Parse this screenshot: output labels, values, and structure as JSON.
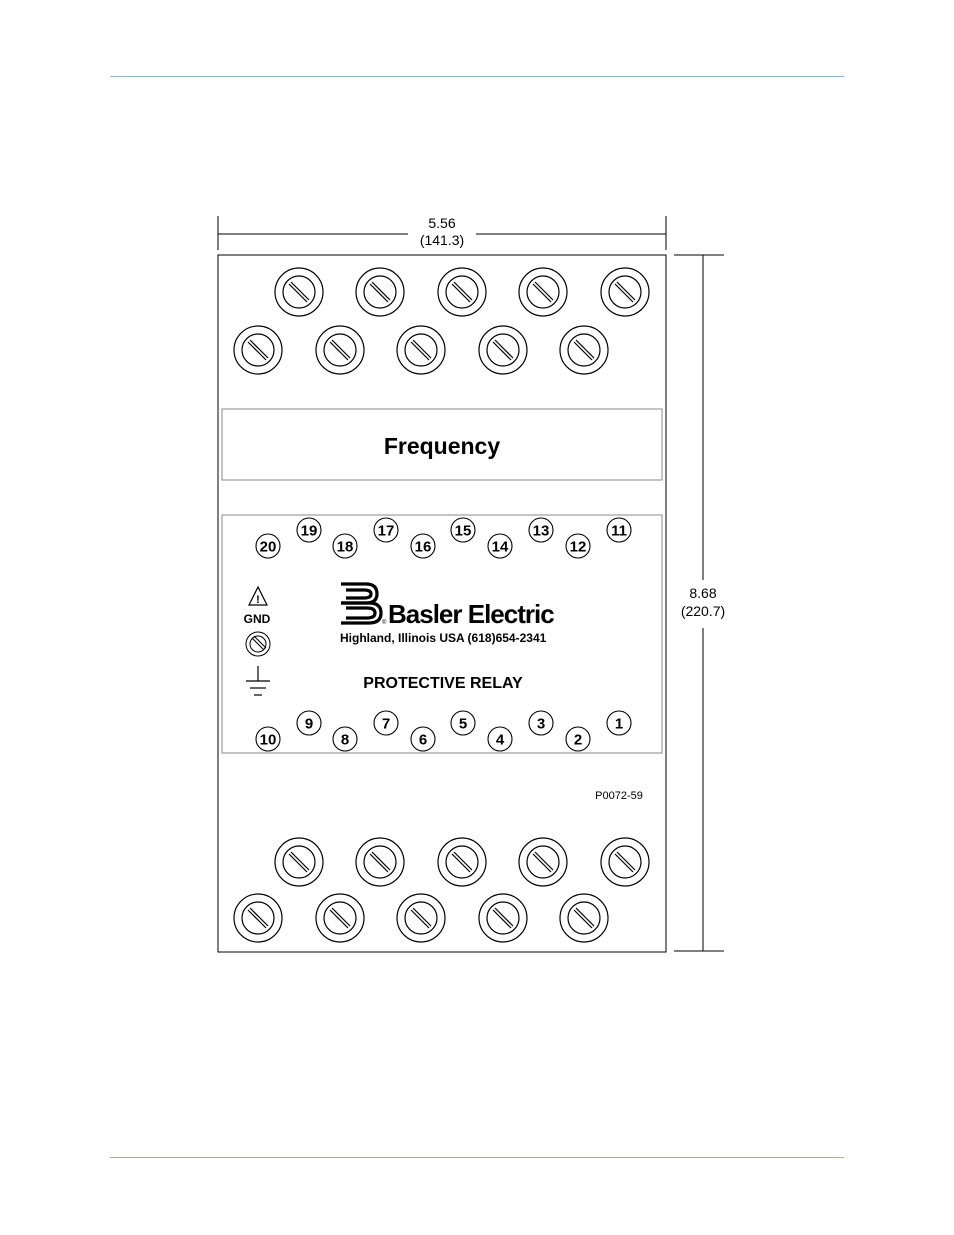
{
  "dimensions": {
    "width_in": "5.56",
    "width_mm": "(141.3)",
    "height_in": "8.68",
    "height_mm": "(220.7)"
  },
  "label_panel": {
    "title": "Frequency"
  },
  "terminals": {
    "top_row": [
      "19",
      "17",
      "15",
      "13",
      "11"
    ],
    "top_row_lower": [
      "20",
      "18",
      "16",
      "14",
      "12"
    ],
    "bottom_row": [
      "9",
      "7",
      "5",
      "3",
      "1"
    ],
    "bottom_row_lower": [
      "10",
      "8",
      "6",
      "4",
      "2"
    ]
  },
  "ground": {
    "warning_glyph": "!",
    "label": "GND"
  },
  "brand": {
    "name": "Basler Electric",
    "registered_mark": "®",
    "address": "Highland, Illinois USA (618)654-2341",
    "product": "PROTECTIVE RELAY"
  },
  "figure_id": "P0072-59",
  "colors": {
    "rule": "#8fb3d1",
    "line": "#000000"
  }
}
